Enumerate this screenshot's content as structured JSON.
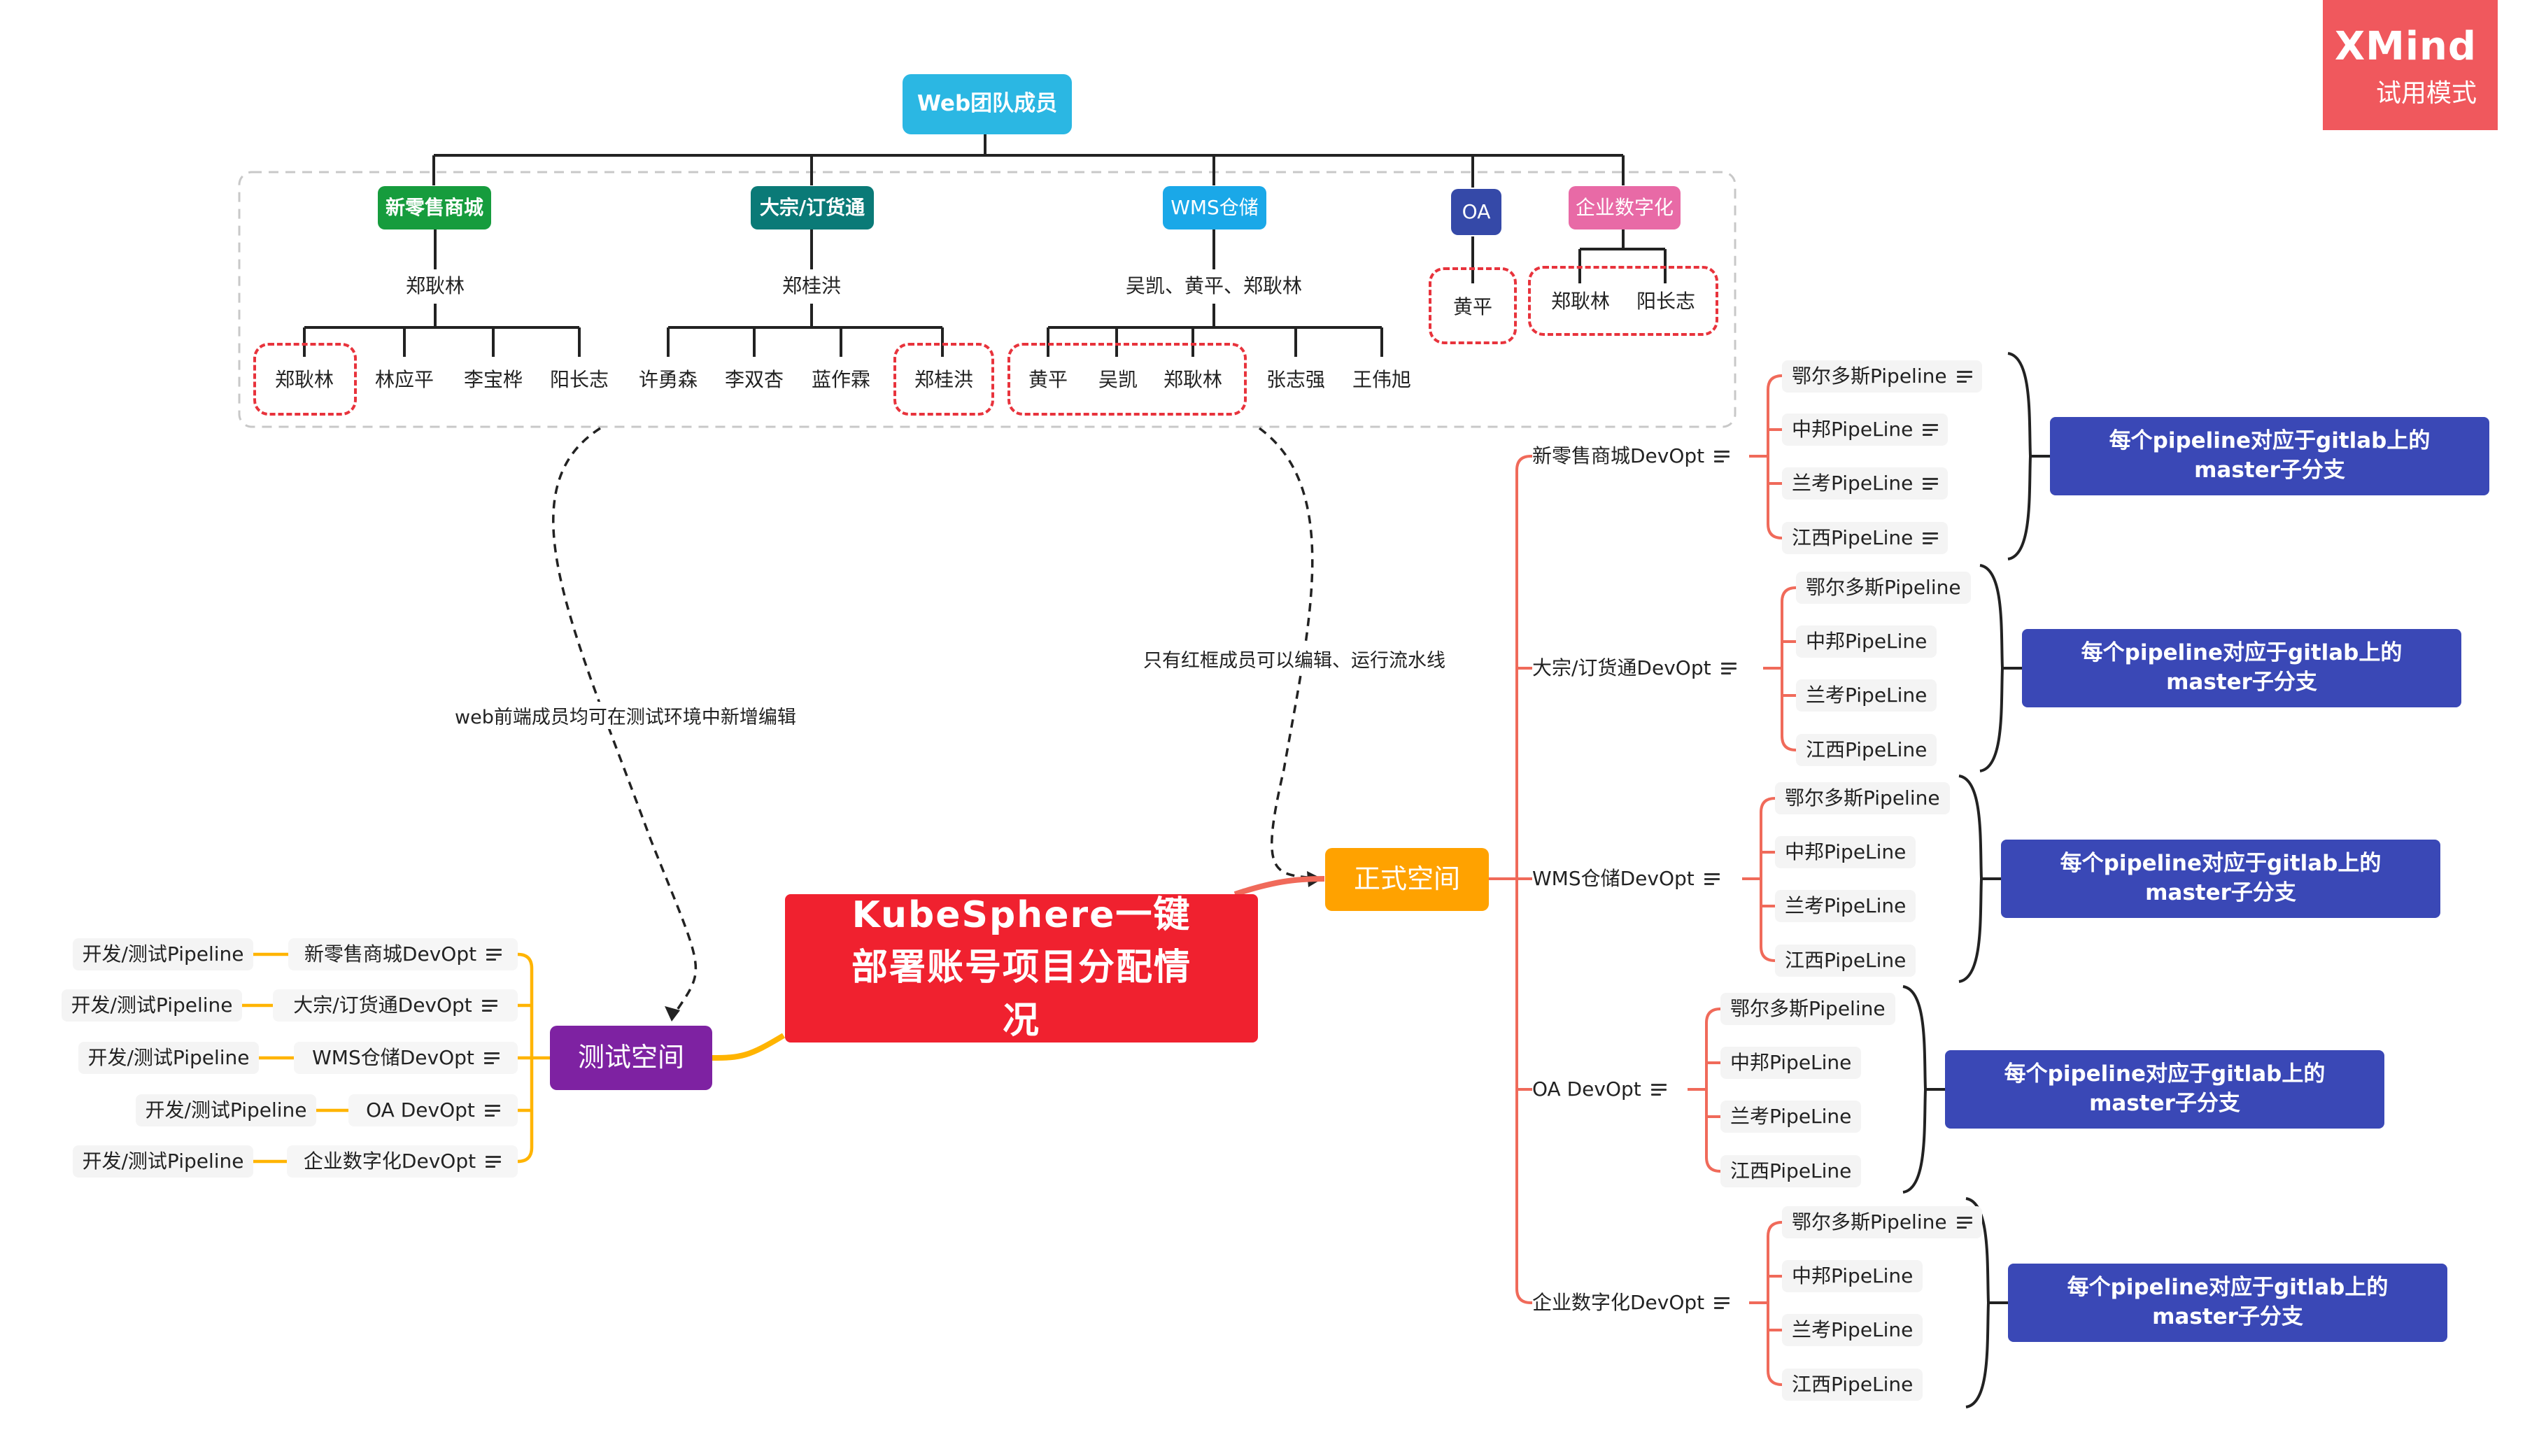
{
  "colors": {
    "root": "#f0212f",
    "web_team": "#2bb7e3",
    "xinlingshou": "#169c3d",
    "dazong": "#0a7a77",
    "wms": "#1aa8e8",
    "oa": "#3549a8",
    "qiye": "#e86aa6",
    "zhengshi": "#ffa200",
    "ceshi": "#7e22a2",
    "summary": "#3a48b6",
    "brand": "#f0585d",
    "red_dash": "#e8333c",
    "orange_line": "#ffb400",
    "red_line": "#f06a5a"
  },
  "brand": {
    "name": "XMind",
    "mode": "试用模式"
  },
  "root": {
    "title": "KubeSphere一键部署账号项目分配情况"
  },
  "web_team": {
    "title": "Web团队成员",
    "groups": [
      {
        "tag": "新零售商城",
        "lead": "郑耿林",
        "members": [
          "郑耿林",
          "林应平",
          "李宝桦",
          "阳长志"
        ]
      },
      {
        "tag": "大宗/订货通",
        "lead": "郑桂洪",
        "members": [
          "许勇森",
          "李双杏",
          "蓝作霖",
          "郑桂洪"
        ]
      },
      {
        "tag": "WMS仓储",
        "lead": "吴凯、黄平、郑耿林",
        "members": [
          "黄平",
          "吴凯",
          "郑耿林",
          "张志强",
          "王伟旭"
        ]
      },
      {
        "tag": "OA",
        "members": [
          "黄平"
        ]
      },
      {
        "tag": "企业数字化",
        "members": [
          "郑耿林",
          "阳长志"
        ]
      }
    ]
  },
  "relations": {
    "to_test": "web前端成员均可在测试环境中新增编辑",
    "to_prod": "只有红框成员可以编辑、运行流水线"
  },
  "prod": {
    "title": "正式空间",
    "devopts": [
      {
        "name": "新零售商城DevOpt",
        "pipelines": [
          "鄂尔多斯Pipeline",
          "中邦PipeLine",
          "兰考PipeLine",
          "江西PipeLine"
        ],
        "summary": "每个pipeline对应于gitlab上的master子分支"
      },
      {
        "name": "大宗/订货通DevOpt",
        "pipelines": [
          "鄂尔多斯Pipeline",
          "中邦PipeLine",
          "兰考PipeLine",
          "江西PipeLine"
        ],
        "summary": "每个pipeline对应于gitlab上的master子分支"
      },
      {
        "name": "WMS仓储DevOpt",
        "pipelines": [
          "鄂尔多斯Pipeline",
          "中邦PipeLine",
          "兰考PipeLine",
          "江西PipeLine"
        ],
        "summary": "每个pipeline对应于gitlab上的master子分支"
      },
      {
        "name": "OA DevOpt",
        "pipelines": [
          "鄂尔多斯Pipeline",
          "中邦PipeLine",
          "兰考PipeLine",
          "江西PipeLine"
        ],
        "summary": "每个pipeline对应于gitlab上的master子分支"
      },
      {
        "name": "企业数字化DevOpt",
        "pipelines": [
          "鄂尔多斯Pipeline",
          "中邦PipeLine",
          "兰考PipeLine",
          "江西PipeLine"
        ],
        "summary": "每个pipeline对应于gitlab上的master子分支"
      }
    ]
  },
  "test": {
    "title": "测试空间",
    "devopts": [
      {
        "name": "新零售商城DevOpt",
        "pipeline": "开发/测试Pipeline"
      },
      {
        "name": "大宗/订货通DevOpt",
        "pipeline": "开发/测试Pipeline"
      },
      {
        "name": "WMS仓储DevOpt",
        "pipeline": "开发/测试Pipeline"
      },
      {
        "name": "OA DevOpt",
        "pipeline": "开发/测试Pipeline"
      },
      {
        "name": "企业数字化DevOpt",
        "pipeline": "开发/测试Pipeline"
      }
    ]
  }
}
